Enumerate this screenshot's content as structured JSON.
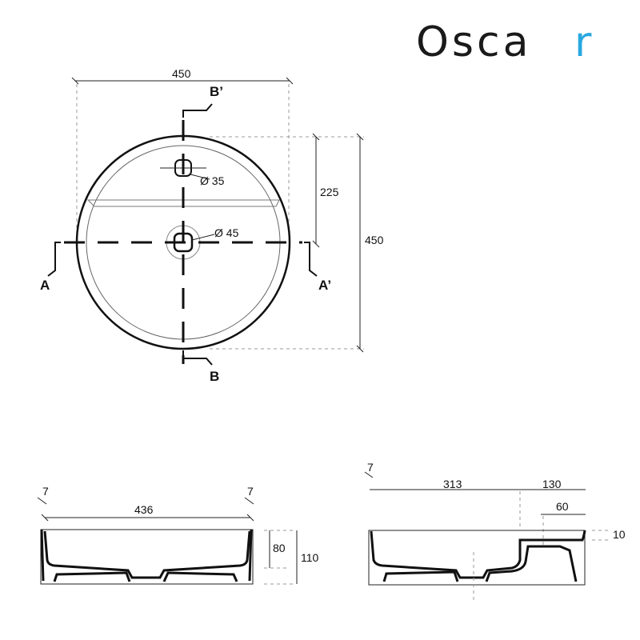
{
  "logo": {
    "text": "Osca",
    "accent_letter": "r",
    "accent_color": "#29a8e0"
  },
  "top_view": {
    "width_label": "450",
    "height_label": "450",
    "half_label": "225",
    "tap_hole_label": "Ø 35",
    "drain_label": "Ø 45",
    "section_a": "A",
    "section_a_prime": "A’",
    "section_b": "B",
    "section_b_prime": "B’"
  },
  "section_a_view": {
    "rim_left": "7",
    "rim_right": "7",
    "inner_width": "436",
    "depth": "80",
    "height": "110"
  },
  "section_b_view": {
    "rim": "7",
    "basin_length": "313",
    "shelf_length": "130",
    "tap_offset": "60",
    "shelf_step": "10"
  }
}
